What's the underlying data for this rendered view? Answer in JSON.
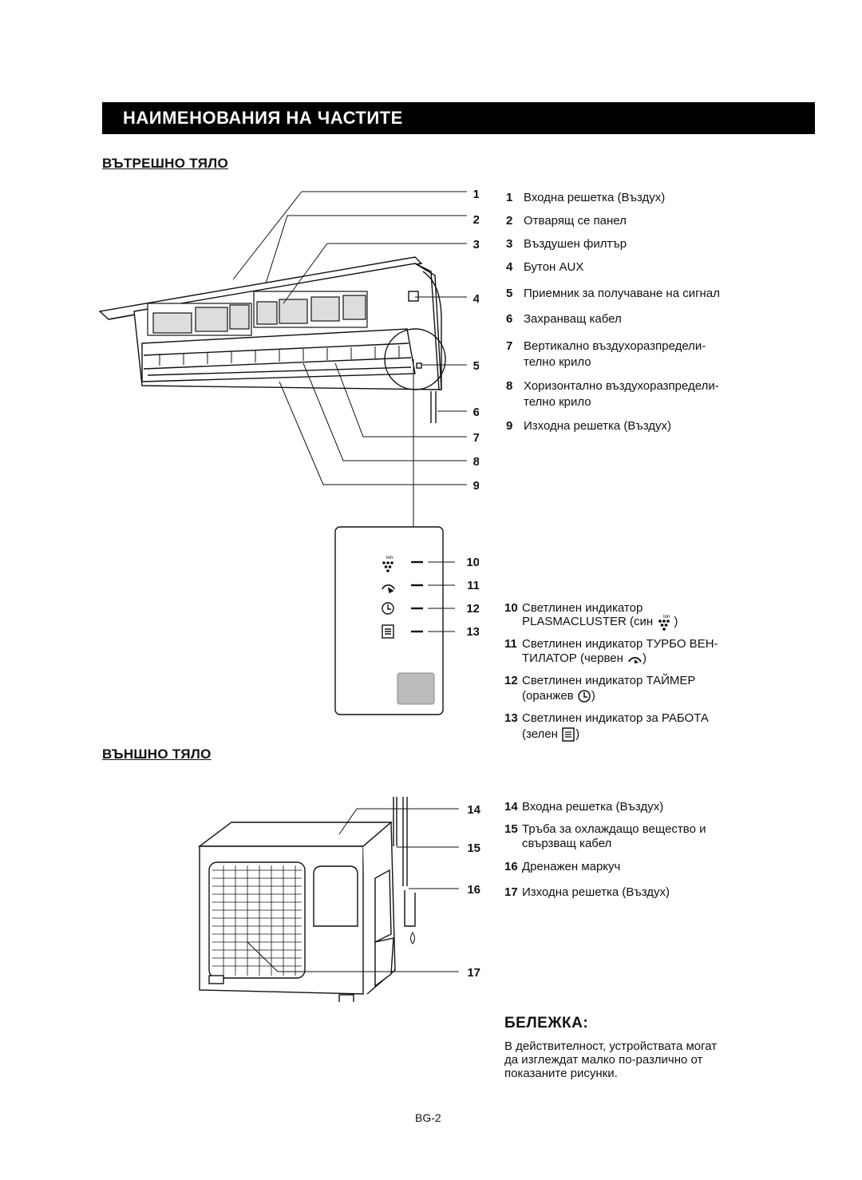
{
  "header": {
    "title": "НАИМЕНОВАНИЯ НА ЧАСТИТЕ"
  },
  "indoor": {
    "title": "ВЪТРЕШНО ТЯЛО",
    "items": [
      {
        "num": "1",
        "text": "Входна решетка (Въздух)"
      },
      {
        "num": "2",
        "text": "Отварящ се панел"
      },
      {
        "num": "3",
        "text": "Въздушен филтър"
      },
      {
        "num": "4",
        "text": "Бутон AUX"
      },
      {
        "num": "5",
        "text": "Приемник за получаване на сигнал"
      },
      {
        "num": "6",
        "text": "Захранващ кабел"
      },
      {
        "num": "7",
        "text": "Вертикално въздухоразпредели-",
        "text2": "телно крило"
      },
      {
        "num": "8",
        "text": "Хоризонтално въздухоразпредели-",
        "text2": "телно крило"
      },
      {
        "num": "9",
        "text": "Изходна решетка (Въздух)"
      }
    ],
    "callouts": [
      "1",
      "2",
      "3",
      "4",
      "5",
      "6",
      "7",
      "8",
      "9"
    ]
  },
  "indicators": {
    "callouts": [
      "10",
      "11",
      "12",
      "13"
    ],
    "items": [
      {
        "num": "10",
        "text": "Светлинен индикатор",
        "text2": "PLASMACLUSTER (син",
        "close": ")",
        "icon": "plasmacluster-icon"
      },
      {
        "num": "11",
        "text": "Светлинен индикатор ТУРБО ВЕН-",
        "text2": "ТИЛАТОР (червен",
        "close": ")",
        "icon": "turbo-icon"
      },
      {
        "num": "12",
        "text": "Светлинен индикатор ТАЙМЕР",
        "text2": "(оранжев",
        "close": ")",
        "icon": "timer-icon"
      },
      {
        "num": "13",
        "text": "Светлинен индикатор за РАБОТА",
        "text2": "(зелен",
        "close": ")",
        "icon": "operation-icon"
      }
    ]
  },
  "outdoor": {
    "title": "ВЪНШНО ТЯЛО",
    "items": [
      {
        "num": "14",
        "text": "Входна решетка (Въздух)"
      },
      {
        "num": "15",
        "text": "Тръба за охлаждащо вещество и",
        "text2": "свързващ кабел"
      },
      {
        "num": "16",
        "text": "Дренажен маркуч"
      },
      {
        "num": "17",
        "text": "Изходна решетка (Въздух)"
      }
    ],
    "callouts": [
      "14",
      "15",
      "16",
      "17"
    ]
  },
  "note": {
    "title": "БЕЛЕЖКА:",
    "lines": [
      "В действителност, устройствата могат",
      "да изглеждат малко по-различно от",
      "показаните рисунки."
    ]
  },
  "footer": {
    "page": "BG-2"
  },
  "icon_texts": {
    "ion": "Ion"
  }
}
